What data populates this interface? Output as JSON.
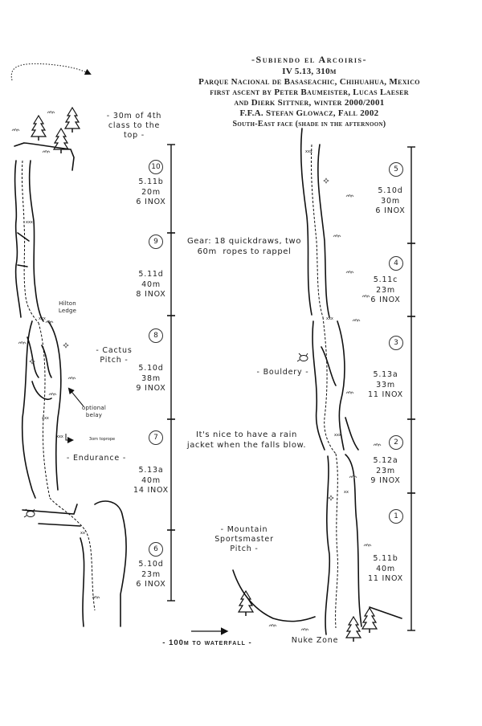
{
  "header": {
    "title": "-Subiendo el Arcoiris-",
    "grade": "IV 5.13, 310m",
    "park": "Parque Nacional de Basaseachic, Chihuahua, Mexico",
    "fa1": "first ascent by Peter Baumeister, Lucas Laeser",
    "fa2": "and Dierk Sittner, winter 2000/2001",
    "ffa": "F.F.A. Stefan Glowacz, Fall 2002",
    "face": "South-East face (shade in the afternoon)"
  },
  "left_labels": {
    "top_note": "- 30m of 4th\nclass to the\ntop -",
    "hilton": "Hilton\nLedge",
    "cactus": "- Cactus\nPitch -",
    "optional": "optional\nbelay",
    "topout": "3om toprope",
    "endurance": "- Endurance -"
  },
  "right_labels": {
    "bouldery": "- Bouldery -",
    "mountain": "- Mountain\nSportsmaster\nPitch -",
    "nuke": "Nuke Zone",
    "waterfall": "- 100m to waterfall -"
  },
  "notes": {
    "gear": "Gear: 18 quickdraws, two\n60m  ropes to rappel",
    "rain": "It's nice to have a rain\njacket when the falls blow."
  },
  "pitches": [
    {
      "num": "10",
      "info": "5.11b\n20m\n6 INOX"
    },
    {
      "num": "9",
      "info": "5.11d\n40m\n8 INOX"
    },
    {
      "num": "8",
      "info": "5.10d\n38m\n9 INOX"
    },
    {
      "num": "7",
      "info": "5.13a\n40m\n14 INOX"
    },
    {
      "num": "6",
      "info": "5.10d\n23m\n6 INOX"
    },
    {
      "num": "5",
      "info": "5.10d\n30m\n6 INOX"
    },
    {
      "num": "4",
      "info": "5.11c\n23m\n6 INOX"
    },
    {
      "num": "3",
      "info": "5.13a\n33m\n11 INOX"
    },
    {
      "num": "2",
      "info": "5.12a\n23m\n9 INOX"
    },
    {
      "num": "1",
      "info": "5.11b\n40m\n11 INOX"
    }
  ]
}
